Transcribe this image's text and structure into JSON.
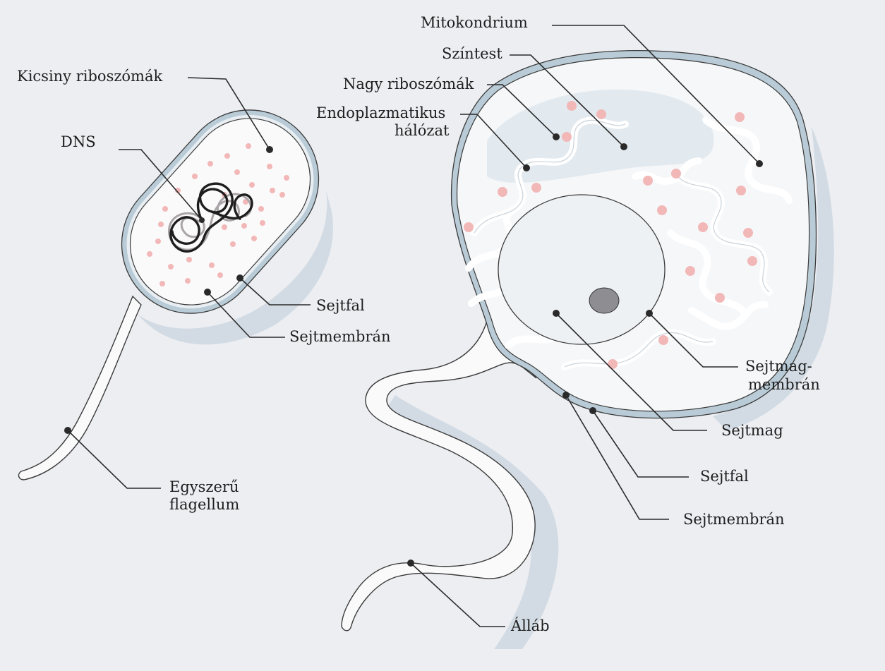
{
  "colors": {
    "background": "#eceef2",
    "cell_fill": "#fafafa",
    "wall_blue": "#b9cbd6",
    "ribosome_pink": "#f2b8b8",
    "shadow_blue": "#c7d2dd",
    "ink": "#1e1e1e"
  },
  "prokaryote": {
    "ribosomes_label": "Kicsiny riboszómák",
    "dna_label": "DNS",
    "cell_wall_label": "Sejtfal",
    "cell_membrane_label": "Sejtmembrán",
    "flagellum_label_line1": "Egyszerű",
    "flagellum_label_line2": "flagellum"
  },
  "eukaryote": {
    "mitochondrion_label": "Mitokondrium",
    "plastid_label": "Színtest",
    "large_ribosomes_label": "Nagy riboszómák",
    "er_label_line1": "Endoplazmatikus",
    "er_label_line2": "hálózat",
    "nuclear_membrane_label_line1": "Sejtmag-",
    "nuclear_membrane_label_line2": "membrán",
    "nucleus_label": "Sejtmag",
    "cell_wall_label": "Sejtfal",
    "cell_membrane_label": "Sejtmembrán",
    "pseudopod_label": "Álláb"
  }
}
